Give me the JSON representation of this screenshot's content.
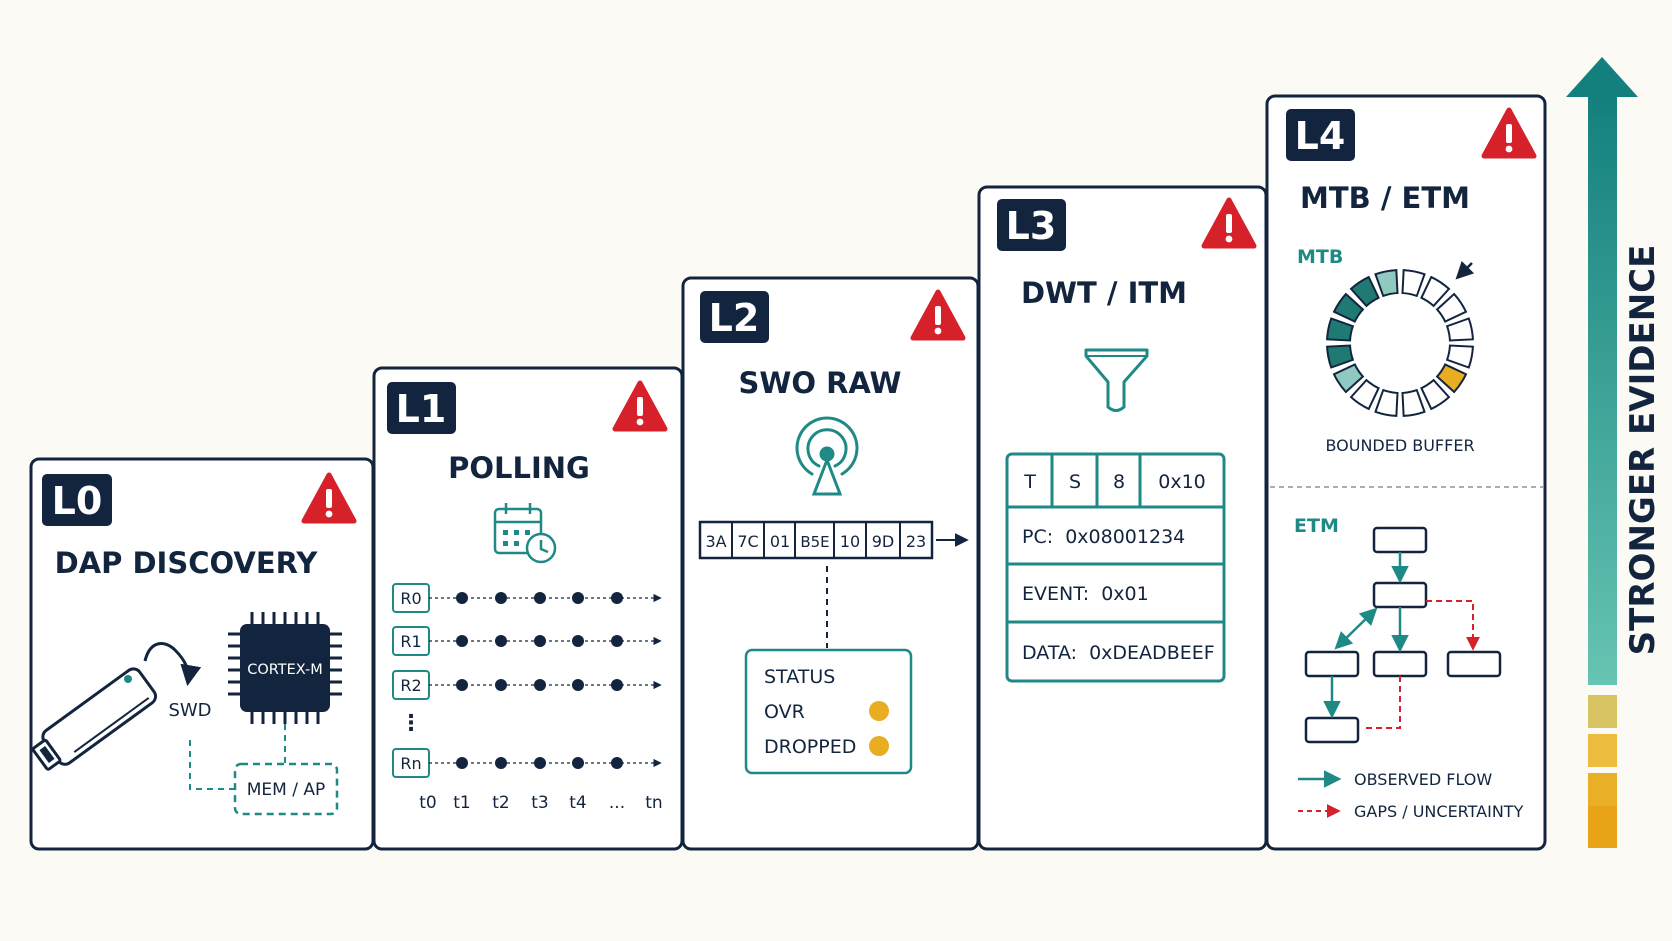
{
  "colors": {
    "navy": "#13253e",
    "teal": "#1f8a85",
    "red": "#d6202a",
    "amber": "#e8ad20",
    "background": "#fbfaf4"
  },
  "levels": [
    {
      "badge": "L0",
      "title": "DAP DISCOVERY",
      "icon": "warning-icon"
    },
    {
      "badge": "L1",
      "title": "POLLING",
      "icon": "warning-icon"
    },
    {
      "badge": "L2",
      "title": "SWO RAW",
      "icon": "warning-icon"
    },
    {
      "badge": "L3",
      "title": "DWT / ITM",
      "icon": "warning-icon"
    },
    {
      "badge": "L4",
      "title": "MTB / ETM",
      "icon": "warning-icon"
    }
  ],
  "l0": {
    "chip": "CORTEX-M",
    "link": "SWD",
    "memap": "MEM / AP",
    "probe_icon": "debug-probe-icon"
  },
  "l1": {
    "registers": [
      "R0",
      "R1",
      "R2",
      "Rn"
    ],
    "ellipsis": "⋮",
    "times": [
      "t0",
      "t1",
      "t2",
      "t3",
      "t4",
      "...",
      "tn"
    ],
    "icon": "calendar-clock-icon"
  },
  "l2": {
    "bytes": [
      "3A",
      "7C",
      "01",
      "B5E",
      "10",
      "9D",
      "23"
    ],
    "status_title": "STATUS",
    "flags": [
      "OVR",
      "DROPPED"
    ],
    "icon": "antenna-icon"
  },
  "l3": {
    "header_cells": [
      "T",
      "S",
      "8",
      "0x10"
    ],
    "rows": [
      "PC:  0x08001234",
      "EVENT:  0x01",
      "DATA:  0xDEADBEEF"
    ],
    "icon": "filter-icon"
  },
  "l4": {
    "mtb_label": "MTB",
    "buffer_label": "BOUNDED BUFFER",
    "etm_label": "ETM",
    "legend": [
      "OBSERVED FLOW",
      "GAPS / UNCERTAINTY"
    ]
  },
  "axis_label": "STRONGER EVIDENCE"
}
